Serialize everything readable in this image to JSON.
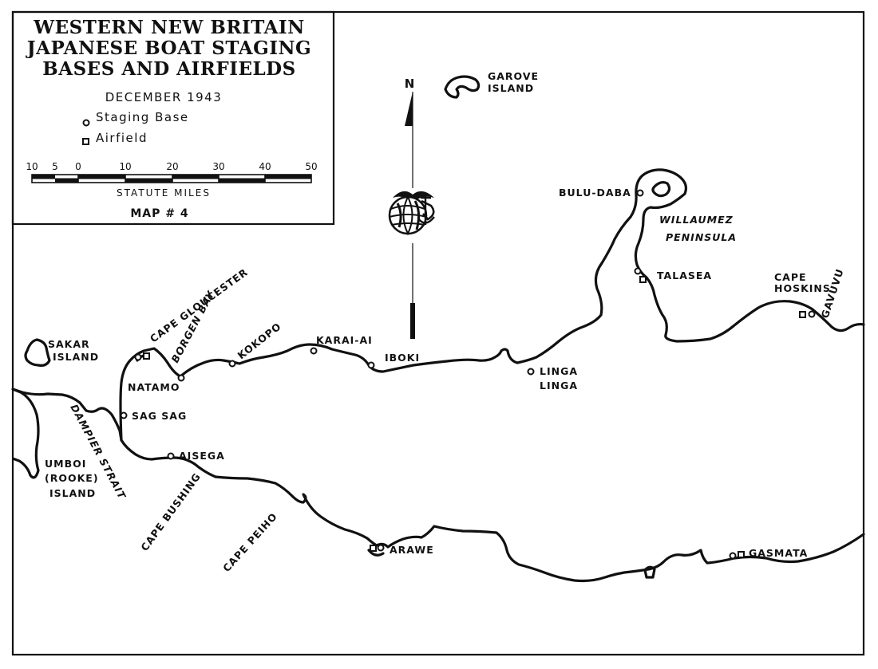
{
  "legend": {
    "title_lines": [
      "WESTERN NEW BRITAIN",
      "JAPANESE BOAT STAGING",
      "BASES AND AIRFIELDS"
    ],
    "date": "DECEMBER 1943",
    "staging_base_label": "Staging Base",
    "airfield_label": "Airfield",
    "scale_ticks": [
      "10",
      "5",
      "0",
      "10",
      "20",
      "30",
      "40",
      "50"
    ],
    "scale_unit": "STATUTE MILES",
    "map_number": "MAP # 4"
  },
  "north_label": "N",
  "islands": {
    "garove": [
      "GAROVE",
      "ISLAND"
    ],
    "sakar": [
      "SAKAR",
      "ISLAND"
    ],
    "umboi": [
      "UMBOI",
      "(ROOKE)",
      "ISLAND"
    ]
  },
  "places": {
    "cape_gloucester": "CAPE GLOUCESTER",
    "borgen_bay": "BORGEN BAY",
    "kokopo": "KOKOPO",
    "karai_ai": "KARAI-AI",
    "iboki": "IBOKI",
    "linga_linga": [
      "LINGA",
      "LINGA"
    ],
    "bulu_daba": "BULU-DABA",
    "willaumez": [
      "WILLAUMEZ",
      "PENINSULA"
    ],
    "talasea": "TALASEA",
    "cape_hoskins": [
      "CAPE",
      "HOSKINS"
    ],
    "gavuvu": "GAVUVU",
    "natamo": "NATAMO",
    "sag_sag": "SAG SAG",
    "aisega": "AISEGA",
    "dampier_strait": "DAMPIER STRAIT",
    "cape_bushing": "CAPE BUSHING",
    "cape_peiho": "CAPE PEIHO",
    "arawe": "ARAWE",
    "gasmata": "GASMATA"
  },
  "symbol_colors": {
    "ink": "#111111",
    "paper": "#ffffff"
  }
}
